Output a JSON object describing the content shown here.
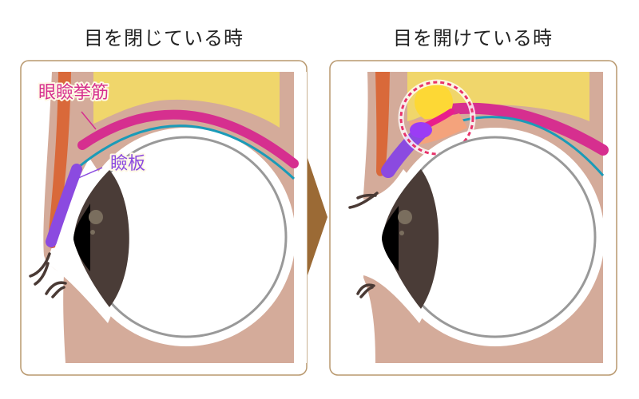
{
  "panels": [
    {
      "title": "目を閉じている時"
    },
    {
      "title": "目を開けている時"
    }
  ],
  "labels": {
    "levator": "眼瞼挙筋",
    "tarsus": "瞼板"
  },
  "colors": {
    "skin": "#d4ab9a",
    "fat": "#f0d66b",
    "levator": "#d62f8f",
    "tarsus": "#8b4ae0",
    "orbicularis": "#d9693a",
    "conjunctiva": "#1a9bb8",
    "arrow": "#9b6a35",
    "highlight_circle": "#e8336b"
  }
}
